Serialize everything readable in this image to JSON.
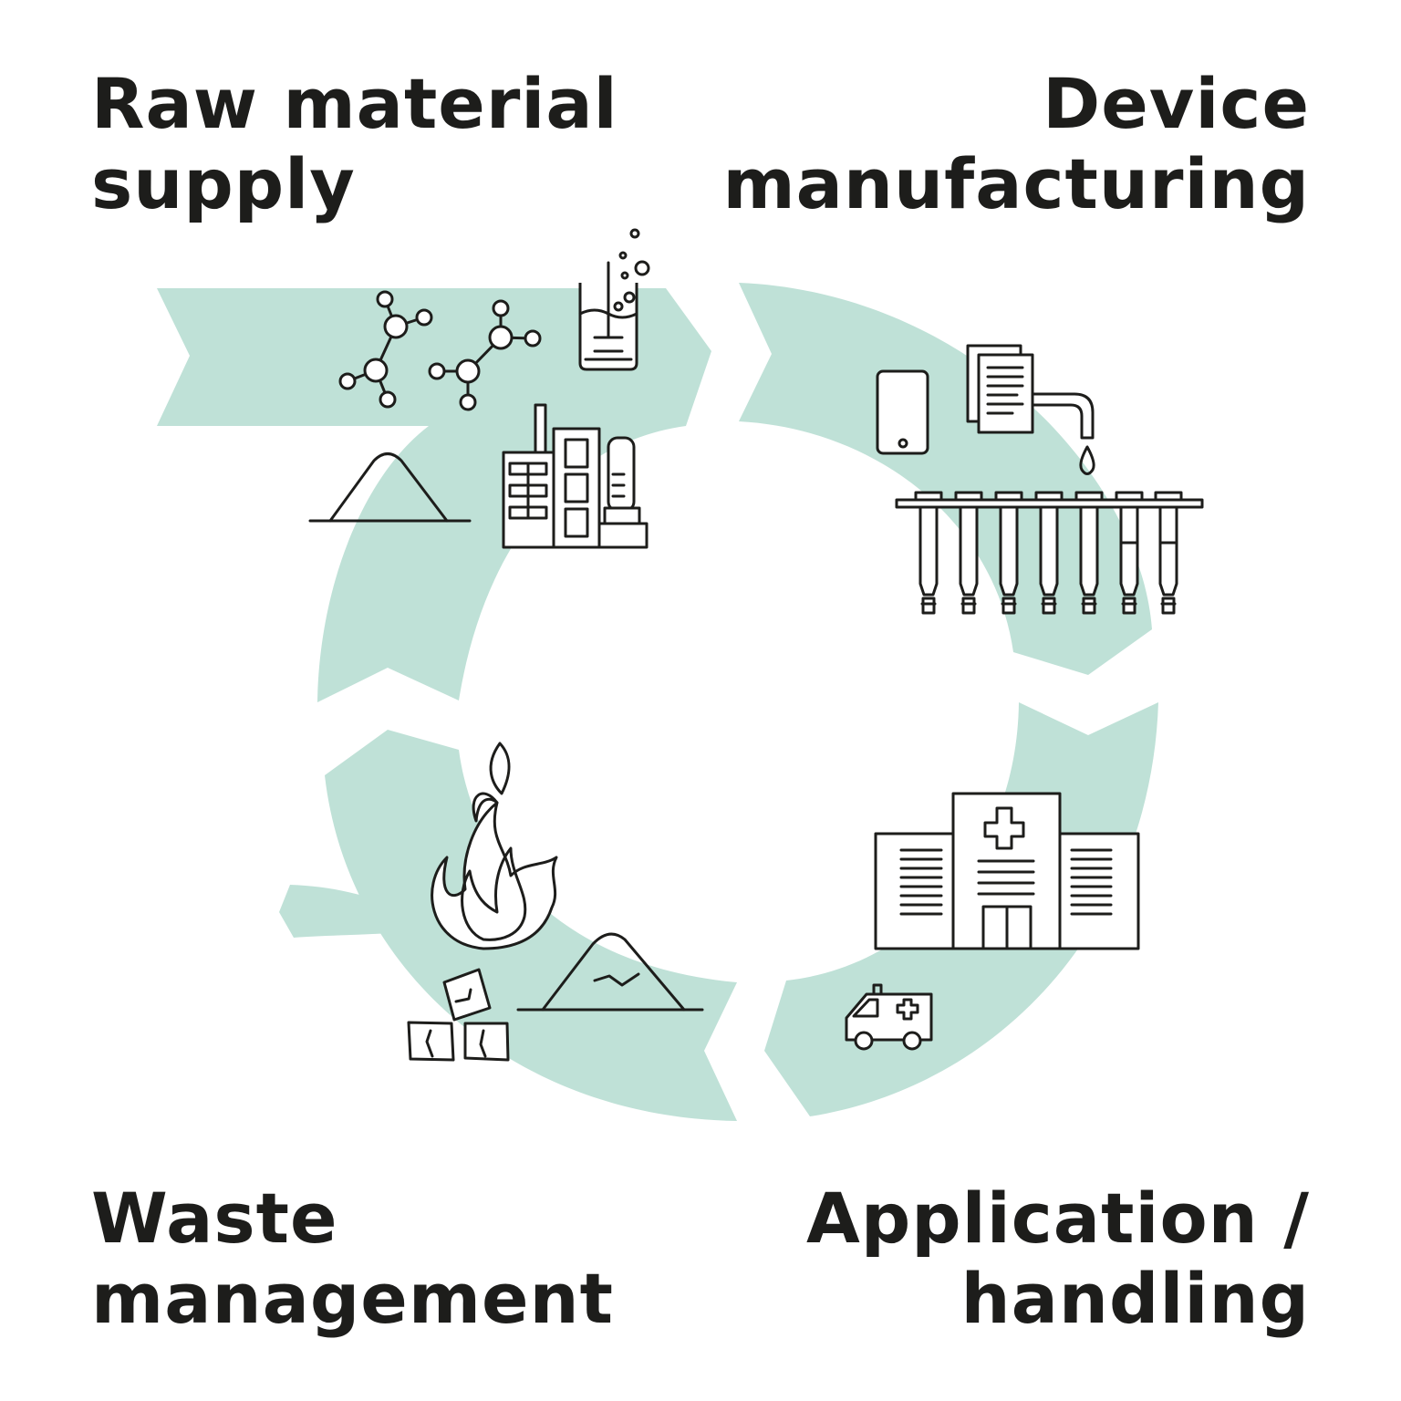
{
  "colors": {
    "arrow_fill": "#bfe1d7",
    "ink": "#1d1d1b",
    "background": "#ffffff"
  },
  "stages": {
    "raw_material": {
      "line1": "Raw material",
      "line2": "supply",
      "icons": [
        "molecule-icon",
        "beaker-icon",
        "sand-pile-icon",
        "factory-icon"
      ]
    },
    "device_manufacturing": {
      "line1": "Device",
      "line2": "manufacturing",
      "icons": [
        "tablet-icon",
        "documents-icon",
        "faucet-drop-icon",
        "test-tubes-icon"
      ]
    },
    "application": {
      "line1": "Application /",
      "line2": "handling",
      "icons": [
        "hospital-icon",
        "ambulance-icon"
      ]
    },
    "waste": {
      "line1": "Waste",
      "line2": "management",
      "icons": [
        "fire-icon",
        "ash-pile-icon",
        "debris-blocks-icon"
      ]
    }
  }
}
